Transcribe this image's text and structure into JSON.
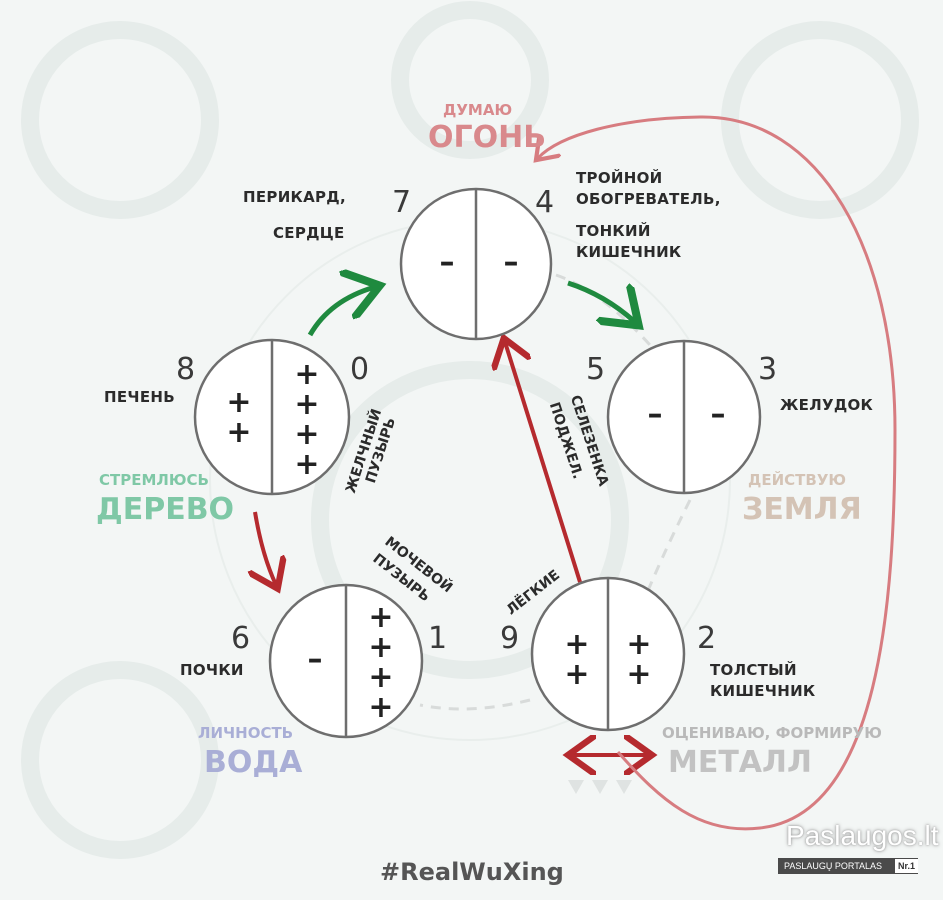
{
  "colors": {
    "fire": "#d9898c",
    "wood": "#7fc8a6",
    "earth": "#d4c3b5",
    "metal": "#c8c8c8",
    "water": "#a9aed6",
    "green_arrow": "#1f8a3f",
    "red_arrow": "#b52a2e",
    "pink_loop": "#d77c80"
  },
  "fire": {
    "action": "ДУМАЮ",
    "element": "ОГОНЬ",
    "left_number": "7",
    "right_number": "4",
    "left_organs": [
      "ПЕРИКАРД,",
      "СЕРДЦЕ"
    ],
    "right_organs": [
      "ТРОЙНОЙ",
      "ОБОГРЕВАТЕЛЬ,",
      "ТОНКИЙ",
      "КИШЕЧНИК"
    ],
    "left_sign": "–",
    "right_sign": "–"
  },
  "wood": {
    "action": "СТРЕМЛЮСЬ",
    "element": "ДЕРЕВО",
    "left_number": "8",
    "right_number": "0",
    "left_organ": "ПЕЧЕНЬ",
    "right_organ": [
      "ЖЕЛЧНЫЙ",
      "ПУЗЫРЬ"
    ],
    "left_sign": "+\n+",
    "right_sign": "+\n+\n+\n+"
  },
  "earth": {
    "action": "ДЕЙСТВУЮ",
    "element": "ЗЕМЛЯ",
    "left_number": "5",
    "right_number": "3",
    "right_organ": "ЖЕЛУДОК",
    "left_organ": [
      "СЕЛЕЗЕНКА",
      "ПОДЖЕЛ."
    ],
    "left_sign": "–",
    "right_sign": "–"
  },
  "water": {
    "action": "ЛИЧНОСТЬ",
    "element": "ВОДА",
    "left_number": "6",
    "right_number": "1",
    "left_organ": "ПОЧКИ",
    "right_organ": [
      "МОЧЕВОЙ",
      "ПУЗЫРЬ"
    ],
    "left_sign": "–",
    "right_sign": "+\n+\n+\n+"
  },
  "metal": {
    "action": "ОЦЕНИВАЮ, ФОРМИРУЮ",
    "element": "МЕТАЛЛ",
    "left_number": "9",
    "right_number": "2",
    "left_organ": "ЛЁГКИЕ",
    "right_organ": [
      "ТОЛСТЫЙ",
      "КИШЕЧНИК"
    ],
    "left_sign": "+\n+",
    "right_sign": "+\n+"
  },
  "hashtag": "#RealWuXing",
  "badge": {
    "brand": "Paslaugos.lt",
    "tagline": "PASLAUGŲ PORTALAS",
    "rank": "Nr.1"
  }
}
